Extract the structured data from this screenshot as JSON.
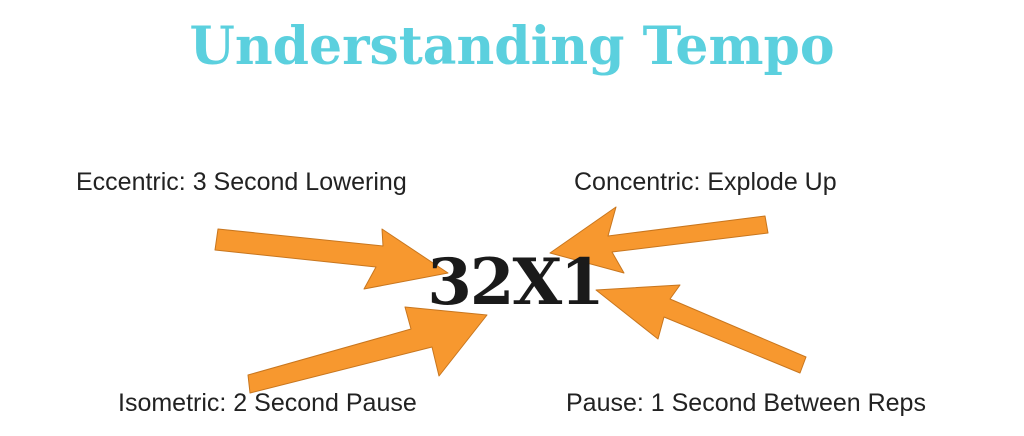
{
  "title": "Understanding Tempo",
  "tempo_code": "32X1",
  "labels": {
    "eccentric": "Eccentric: 3 Second Lowering",
    "concentric": "Concentric: Explode Up",
    "isometric": "Isometric: 2 Second Pause",
    "pause": "Pause: 1 Second Between Reps"
  },
  "colors": {
    "title": "#5bd0de",
    "arrow": "#f7982f",
    "arrow_stroke": "#c8761e",
    "text": "#222222",
    "code": "#1a1a1a"
  }
}
